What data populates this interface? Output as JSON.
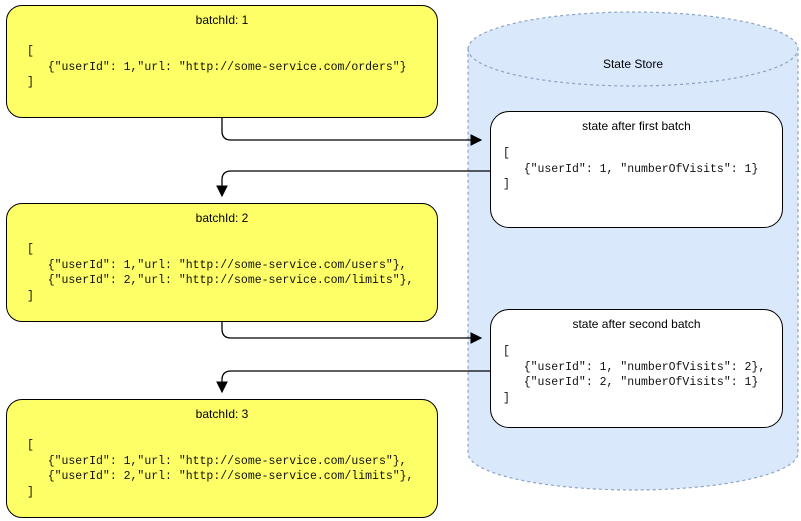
{
  "state_store": {
    "label": "State Store",
    "states": [
      {
        "title": "state after first batch",
        "code": "[\n   {\"userId\": 1, \"numberOfVisits\": 1}\n]"
      },
      {
        "title": "state after second batch",
        "code": "[\n   {\"userId\": 1, \"numberOfVisits\": 2},\n   {\"userId\": 2, \"numberOfVisits\": 1}\n]"
      }
    ]
  },
  "batches": [
    {
      "title": "batchId: 1",
      "code": "[\n   {\"userId\": 1,\"url: \"http://some-service.com/orders\"}\n]"
    },
    {
      "title": "batchId: 2",
      "code": "[\n   {\"userId\": 1,\"url: \"http://some-service.com/users\"},\n   {\"userId\": 2,\"url: \"http://some-service.com/limits\"},\n]"
    },
    {
      "title": "batchId: 3",
      "code": "[\n   {\"userId\": 1,\"url: \"http://some-service.com/users\"},\n   {\"userId\": 2,\"url: \"http://some-service.com/limits\"},\n]"
    }
  ],
  "colors": {
    "batch_fill": "#FEFF66",
    "batch_stroke": "#000000",
    "store_fill": "#DAE8FC",
    "store_stroke": "#8CA3C2",
    "state_fill": "#FFFFFF",
    "connector": "#000000"
  }
}
